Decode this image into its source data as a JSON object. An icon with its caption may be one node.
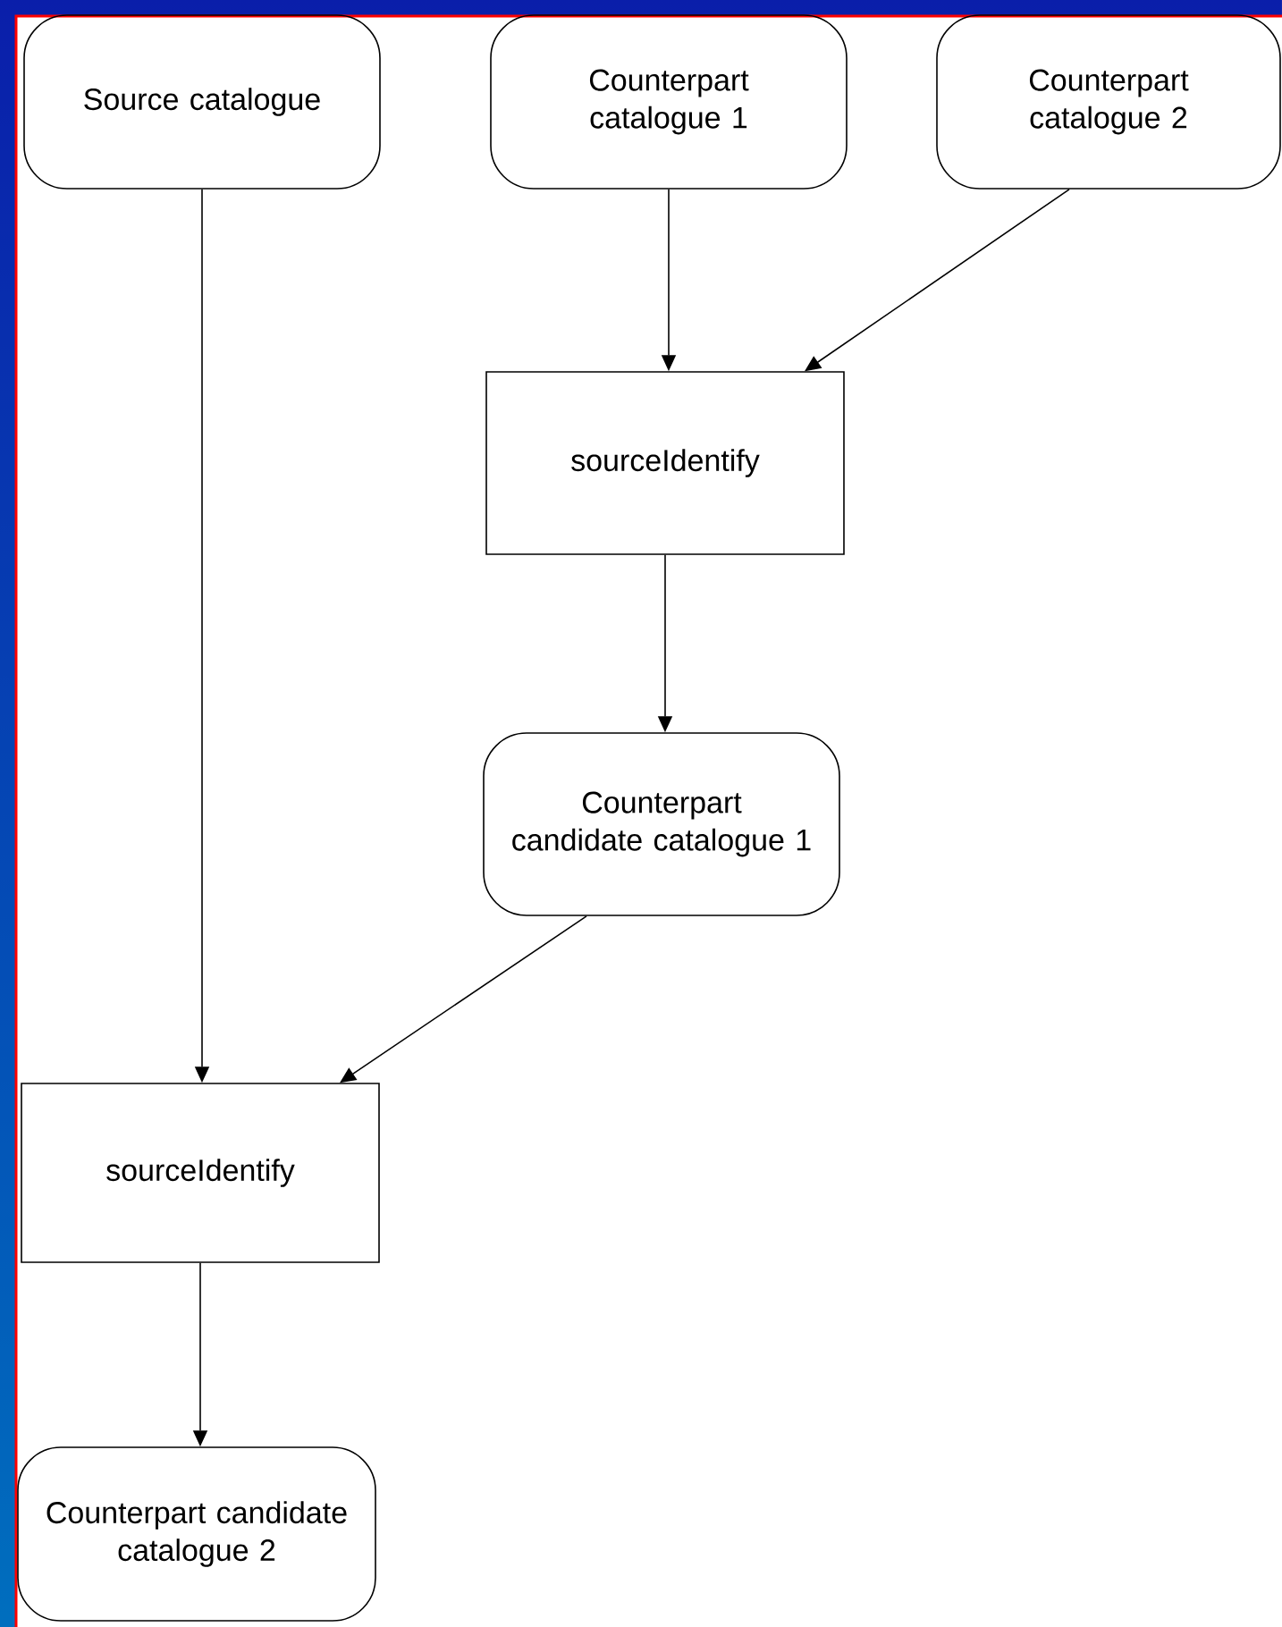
{
  "diagram": {
    "nodes": [
      {
        "text": [
          "Source catalogue"
        ]
      },
      {
        "text": [
          "Counterpart catalogue 1"
        ]
      },
      {
        "text": [
          "Counterpart catalogue 2"
        ]
      },
      {
        "text": [
          "sourceIdentify"
        ]
      },
      {
        "text": [
          "Counterpart candidate catalogue 1"
        ]
      },
      {
        "text": [
          "sourceIdentify"
        ]
      },
      {
        "text": [
          "Counterpart candidate catalogue 2"
        ]
      }
    ],
    "edges": [
      {
        "from": 1,
        "to": 3,
        "arrow": "to"
      },
      {
        "from": 2,
        "to": 3,
        "arrow": "to"
      },
      {
        "from": 3,
        "to": 4,
        "arrow": "to"
      },
      {
        "from": 4,
        "to": 5,
        "arrow": "to"
      },
      {
        "from": 0,
        "to": 5,
        "arrow": "to"
      },
      {
        "from": 5,
        "to": 6,
        "arrow": "to"
      }
    ]
  }
}
